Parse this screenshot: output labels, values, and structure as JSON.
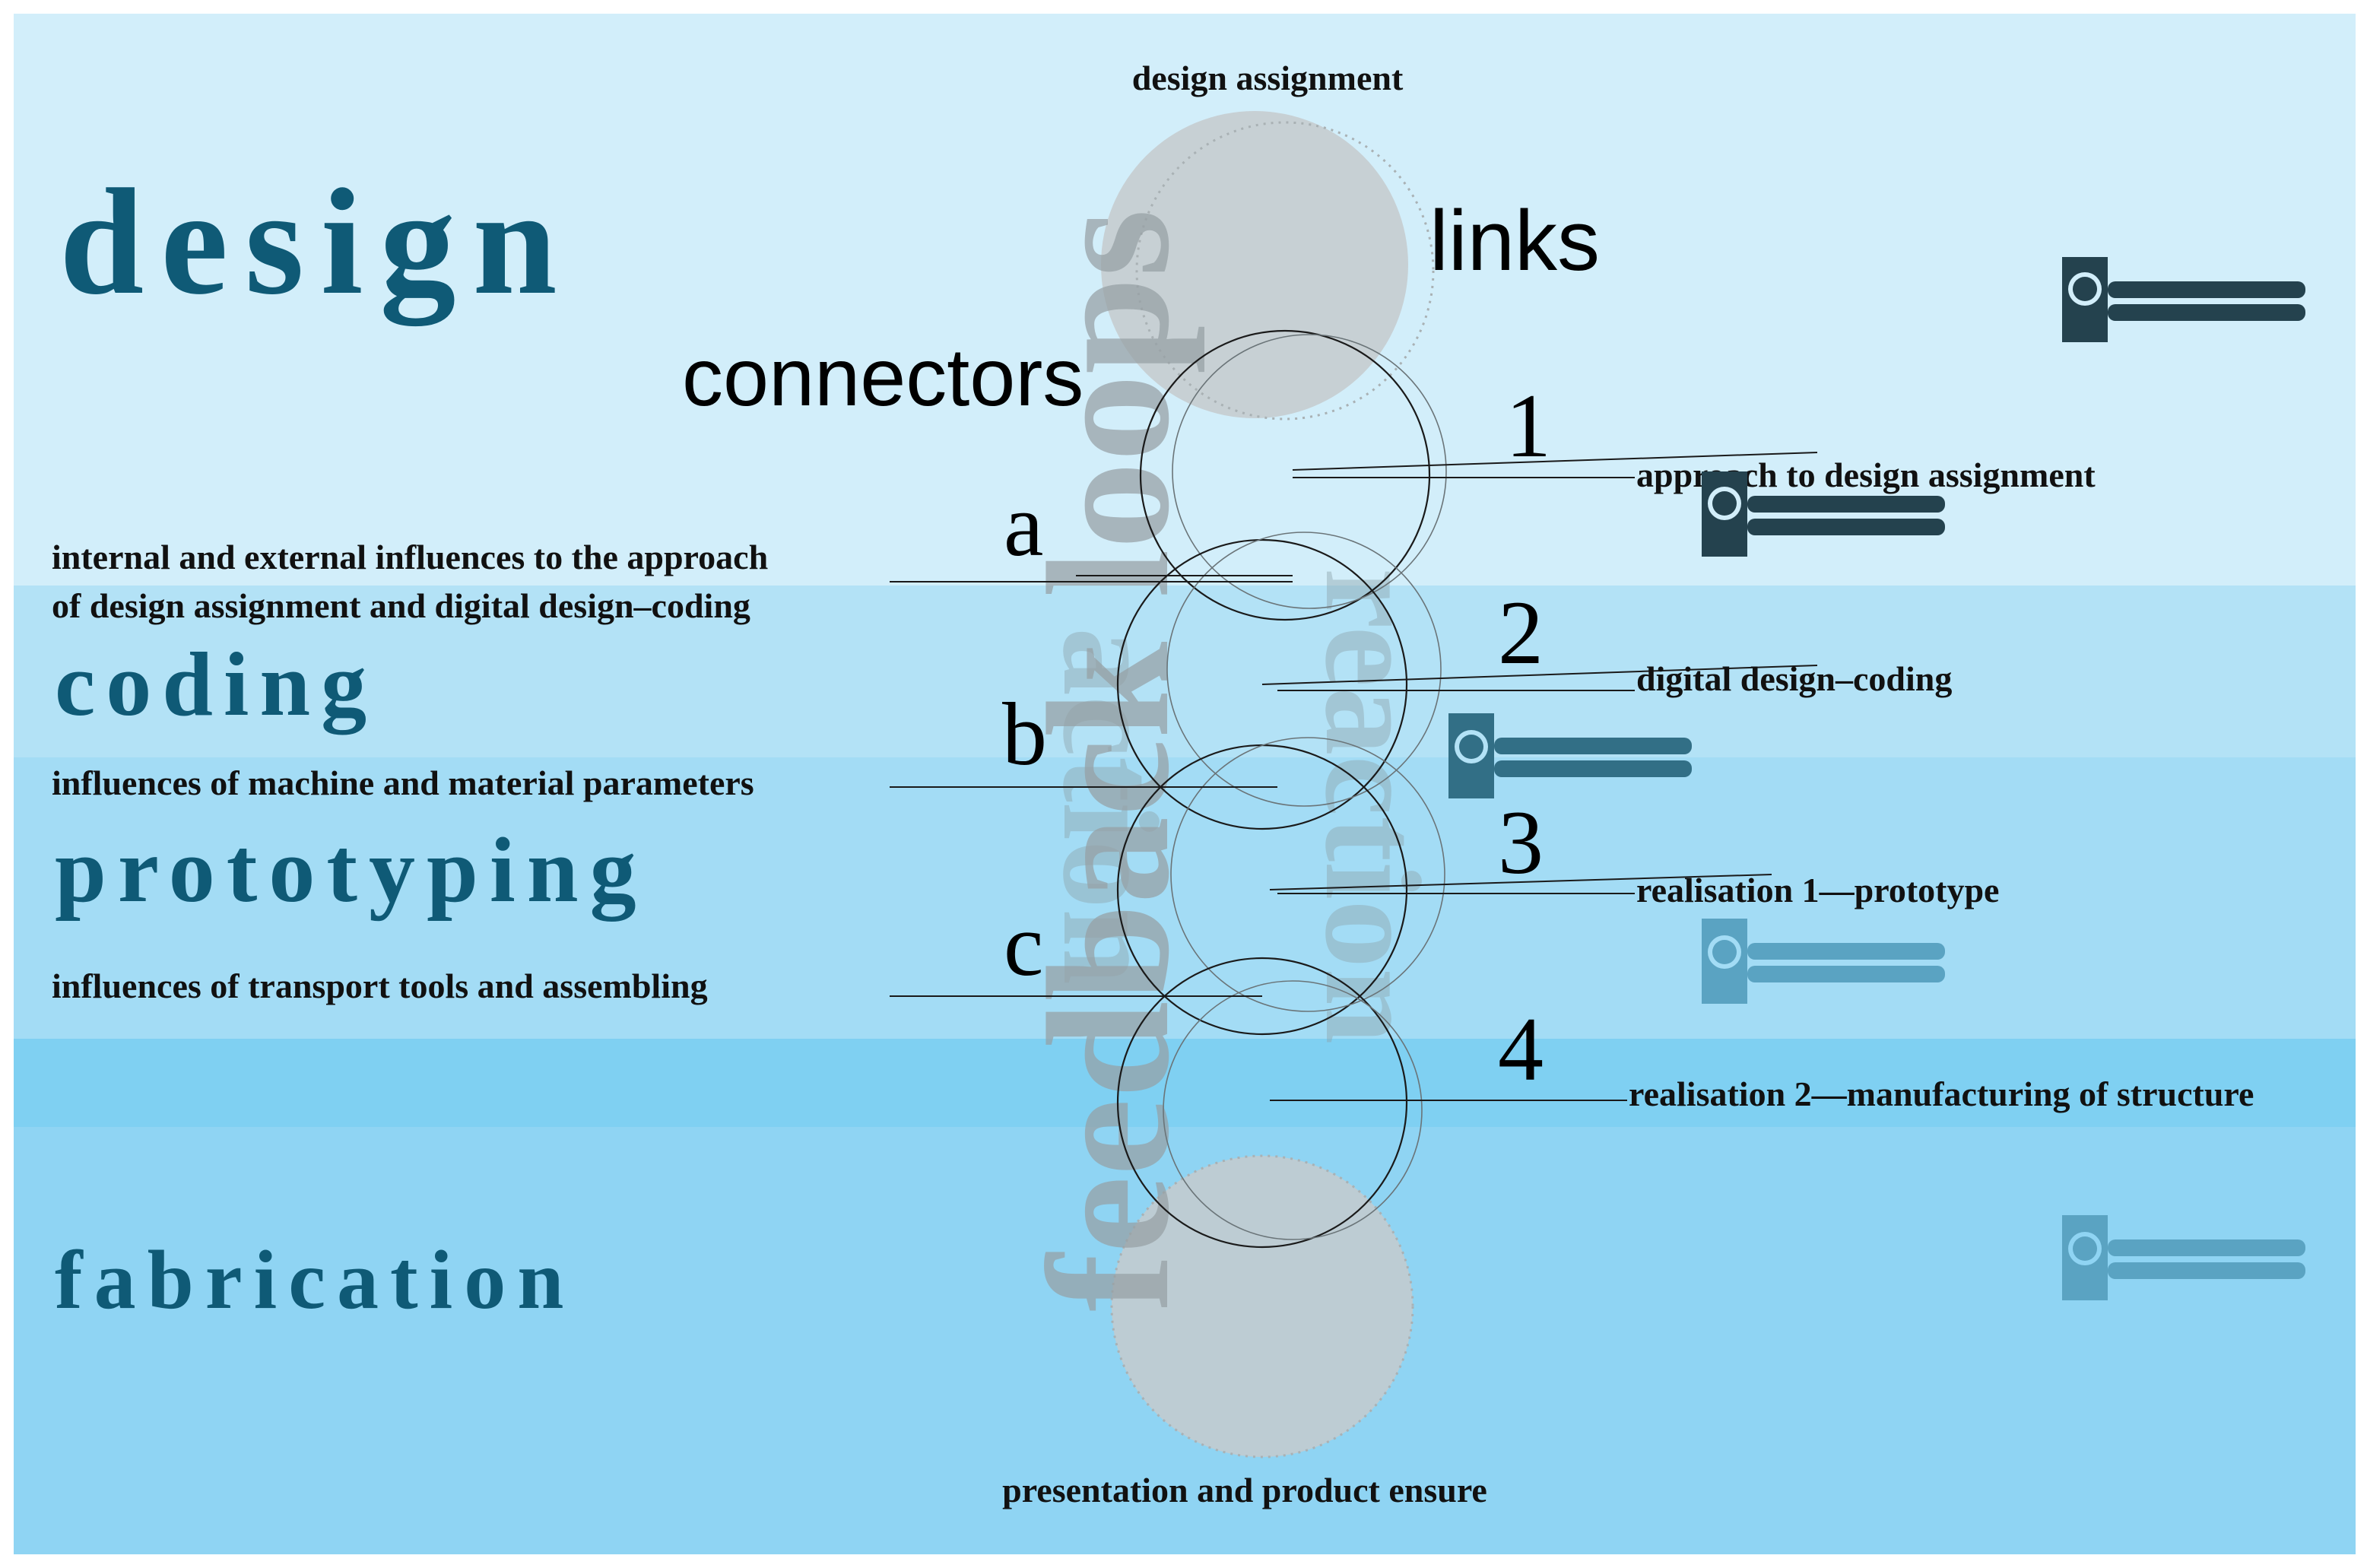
{
  "diagram": {
    "top_label": "design assignment",
    "bottom_label": "presentation and product ensure",
    "links_label": "links",
    "connectors_label": "connectors",
    "phases": [
      "design",
      "coding",
      "prototyping",
      "fabrication"
    ],
    "vertical_words": {
      "feedback_loops": "feedback loops",
      "action": "action",
      "reaction": "reaction"
    },
    "links": [
      {
        "number": "1",
        "text": "approach to design assignment"
      },
      {
        "number": "2",
        "text": "digital design–coding"
      },
      {
        "number": "3",
        "text": "realisation 1—prototype"
      },
      {
        "number": "4",
        "text": "realisation 2—manufacturing of structure"
      }
    ],
    "connectors": [
      {
        "letter": "a",
        "lines": [
          "internal and external influences to the approach",
          "of design assignment and digital design–coding"
        ]
      },
      {
        "letter": "b",
        "lines": [
          "influences of machine and material parameters"
        ]
      },
      {
        "letter": "c",
        "lines": [
          "influences of transport tools and assembling"
        ]
      }
    ]
  },
  "colors": {
    "band_design": "#d2eefa",
    "band_coding": "#b3e2f6",
    "band_prototyping": "#a3dcf5",
    "band_strip": "#7fd0f2",
    "band_fabrication": "#8fd4f3",
    "phase_text": "#0f5a76",
    "icon_dark": "#24424e",
    "icon_mid": "#326f86",
    "icon_light": "#5aa3c2",
    "ghost_circle": "#c5cacc"
  }
}
